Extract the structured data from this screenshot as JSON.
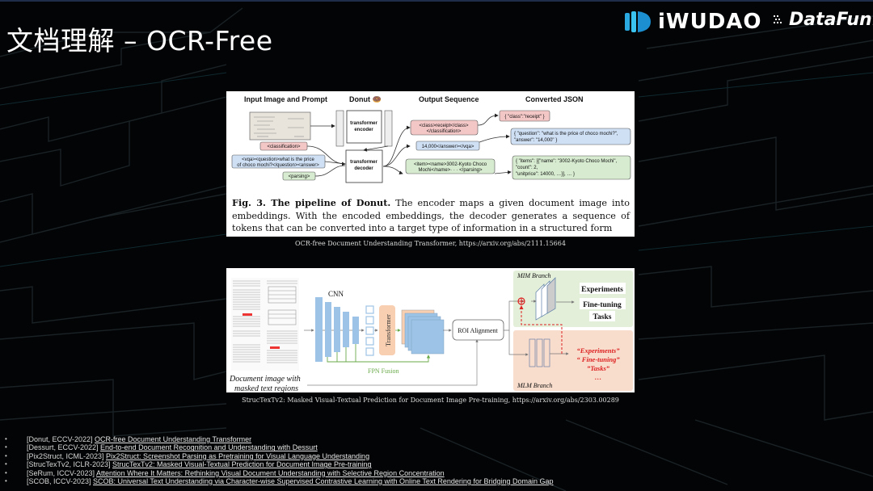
{
  "header": {
    "title": "文档理解 – OCR-Free",
    "logos": [
      {
        "name": "iwudao-logo",
        "text": "iWUDAO",
        "icon": "iwudao-mark-icon",
        "color": "#2ab0e8"
      },
      {
        "name": "datafun-logo",
        "text": "DataFun.",
        "icon": "datafun-dots-icon"
      }
    ]
  },
  "figure1": {
    "column_headers": [
      "Input Image and Prompt",
      "Donut 🍩",
      "Output Sequence",
      "Converted JSON"
    ],
    "encoder_label": [
      "transformer",
      "encoder"
    ],
    "decoder_label": [
      "transformer",
      "decoder"
    ],
    "prompts": [
      {
        "text": [
          "<classification>"
        ],
        "color": "#f4c7c7"
      },
      {
        "text": [
          "<vqa><question>what is the price",
          "of choco mochi?</question><answer>"
        ],
        "color": "#cfe0f5"
      },
      {
        "text": [
          "<parsing>"
        ],
        "color": "#d6ebcf"
      }
    ],
    "outputs": [
      {
        "text": [
          "<class>receipt</class>",
          "</classification>"
        ],
        "color": "#f4c7c7"
      },
      {
        "text": [
          "14,000</answer></vqa>"
        ],
        "color": "#cfe0f5"
      },
      {
        "text": [
          "<item><name>3002-Kyoto Choco",
          "Mochi</name>· · · </parsing>"
        ],
        "color": "#d6ebcf"
      }
    ],
    "json": [
      {
        "text": [
          "{ \"class\":\"receipt\" }"
        ],
        "color": "#f4c7c7"
      },
      {
        "text": [
          "{ \"question\": \"what is the price of choco mochi?\",",
          "  \"answer\": \"14,000\" }"
        ],
        "color": "#cfe0f5"
      },
      {
        "text": [
          "{ \"items\": [{\"name\": \"3002-Kyoto Choco Mochi\",",
          "   \"count\": 2,",
          "   \"unitprice\": 14000, …}], … }"
        ],
        "color": "#d6ebcf"
      }
    ],
    "caption_bold": "Fig. 3. The pipeline of Donut.",
    "caption_text": " The encoder maps a given document image into embeddings. With the encoded embeddings, the decoder generates a sequence of tokens that can be converted into a target type of information in a structured form",
    "source": "OCR-free Document Understanding Transformer, https://arxiv.org/abs/2111.15664"
  },
  "figure2": {
    "doc_label": [
      "Document image with",
      "masked text regions"
    ],
    "cnn_label": "CNN",
    "transformer_label": "Transformer",
    "fpn_label": "FPN Fusion",
    "roi_label": "ROI Alignment",
    "mim_branch_label": "MIM Branch",
    "mlm_branch_label": "MLM Branch",
    "mim_outputs": [
      "Experiments",
      "Fine-tuning",
      "Tasks"
    ],
    "mlm_outputs": [
      "“Experiments”",
      "“ Fine-tuning”",
      "”Tasks”",
      "…"
    ],
    "source": "StrucTexTv2: Masked Visual-Textual Prediction for Document Image Pre-training, https://arxiv.org/abs/2303.00289"
  },
  "references": [
    {
      "prefix": "[Donut, ECCV-2022] ",
      "link": "OCR-free Document Understanding Transformer"
    },
    {
      "prefix": "[Dessurt, ECCV-2022] ",
      "link": "End-to-end Document Recognition and Understanding with Dessurt"
    },
    {
      "prefix": "[Pix2Struct, ICML-2023] ",
      "link": "Pix2Struct: Screenshot Parsing as Pretraining for Visual Language Understanding"
    },
    {
      "prefix": "[StrucTexTv2, ICLR-2023] ",
      "link": "StrucTexTv2: Masked Visual-Textual Prediction for Document Image Pre-training"
    },
    {
      "prefix": "[SeRum, ICCV-2023] ",
      "link": "Attention Where It Matters: Rethinking Visual Document Understanding with Selective Region Concentration"
    },
    {
      "prefix": "[SCOB, ICCV-2023] ",
      "link": "SCOB: Universal Text Understanding via Character-wise Supervised Contrastive Learning with Online Text Rendering for Bridging Domain Gap"
    }
  ],
  "bullet": "•"
}
